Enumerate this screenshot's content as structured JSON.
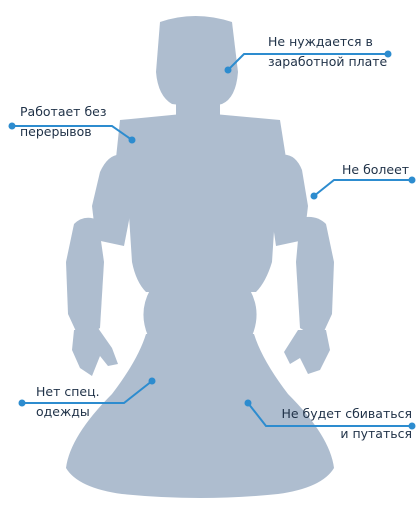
{
  "colors": {
    "robot": "#aebdcf",
    "leader": "#2d8ccf",
    "text": "#1f3147"
  },
  "callouts": {
    "salary": {
      "line1": "Не нуждается в",
      "line2": "заработной плате"
    },
    "no_breaks": {
      "line1": "Работает без",
      "line2": "перерывов"
    },
    "not_sick": {
      "line1": "Не болеет"
    },
    "no_uniform": {
      "line1": "Нет спец.",
      "line2": "одежды"
    },
    "no_confusion": {
      "line1": "Не будет сбиваться",
      "line2": "и путаться"
    }
  }
}
